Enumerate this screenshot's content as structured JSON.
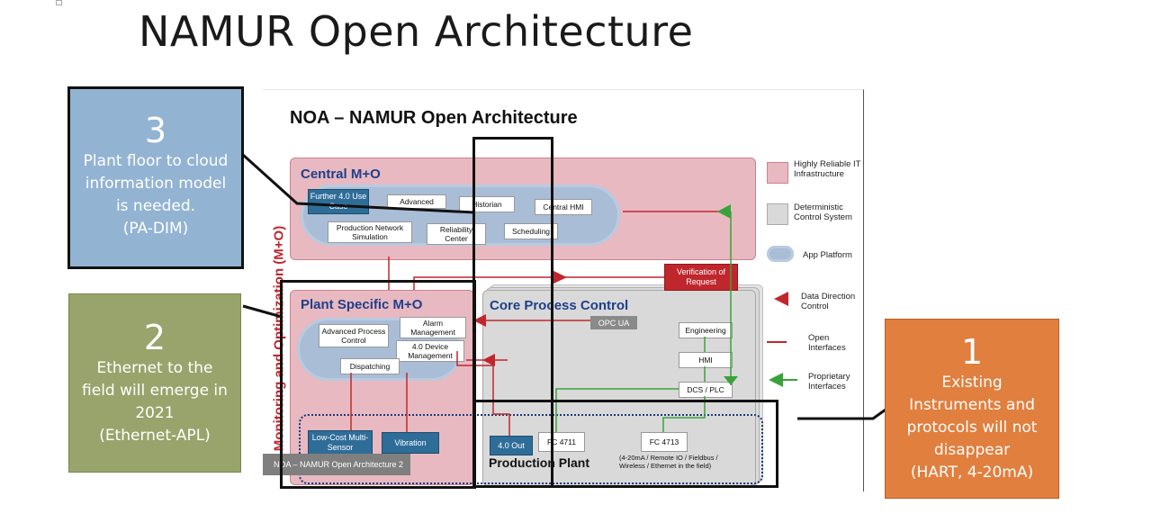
{
  "page": {
    "title": "NAMUR Open Architecture"
  },
  "slide": {
    "title": "NOA – NAMUR Open Architecture",
    "footer": "NOA – NAMUR Open Architecture 2",
    "vertical_label": "Monitoring and Optimization (M+O)",
    "central": {
      "title": "Central M+O",
      "further": "Further 4.0 Use Case",
      "advanced": "Advanced",
      "historian": "Historian",
      "central_hmi": "Central HMI",
      "prod_net_sim": "Production Network Simulation",
      "reliability": "Reliability Center",
      "scheduling": "Scheduling"
    },
    "verification": "Verification of Request",
    "plant": {
      "title": "Plant Specific M+O",
      "apc": "Advanced Process Control",
      "alarm": "Alarm Management",
      "device": "4.0 Device Management",
      "dispatching": "Dispatching",
      "lowcost": "Low-Cost Multi-Sensor",
      "vibration": "Vibration"
    },
    "core": {
      "title": "Core Process Control",
      "opcua": "OPC UA",
      "engineering": "Engineering",
      "hmi": "HMI",
      "dcs": "DCS / PLC"
    },
    "production": {
      "title": "Production Plant",
      "out": "4.0 Out",
      "fc4711": "FC 4711",
      "fc4713": "FC 4713",
      "note": "(4-20mA / Remote IO / Fieldbus / Wireless / Ethernet in the field)"
    },
    "legend": {
      "it": "Highly Reliable IT Infrastructure",
      "control": "Deterministic Control System",
      "app": "App Platform",
      "direction": "Data Direction Control",
      "open": "Open Interfaces",
      "proprietary": "Proprietary Interfaces"
    }
  },
  "callouts": [
    {
      "number": "3",
      "lines": [
        "Plant floor to cloud",
        "information model",
        "is needed.",
        "(PA-DIM)"
      ],
      "color": "#93b3d3"
    },
    {
      "number": "2",
      "lines": [
        "Ethernet to the",
        "field will emerge in",
        "2021",
        "(Ethernet-APL)"
      ],
      "color": "#98a46c"
    },
    {
      "number": "1",
      "lines": [
        "Existing",
        "Instruments and",
        "protocols will not",
        "disappear",
        "(HART, 4-20mA)"
      ],
      "color": "#e17f3e"
    }
  ],
  "colors": {
    "pink": "#e8b9c1",
    "grey": "#d9d9d9",
    "red": "#c0272d",
    "green": "#3aa23a",
    "dark_blue": "#2f6d99"
  }
}
